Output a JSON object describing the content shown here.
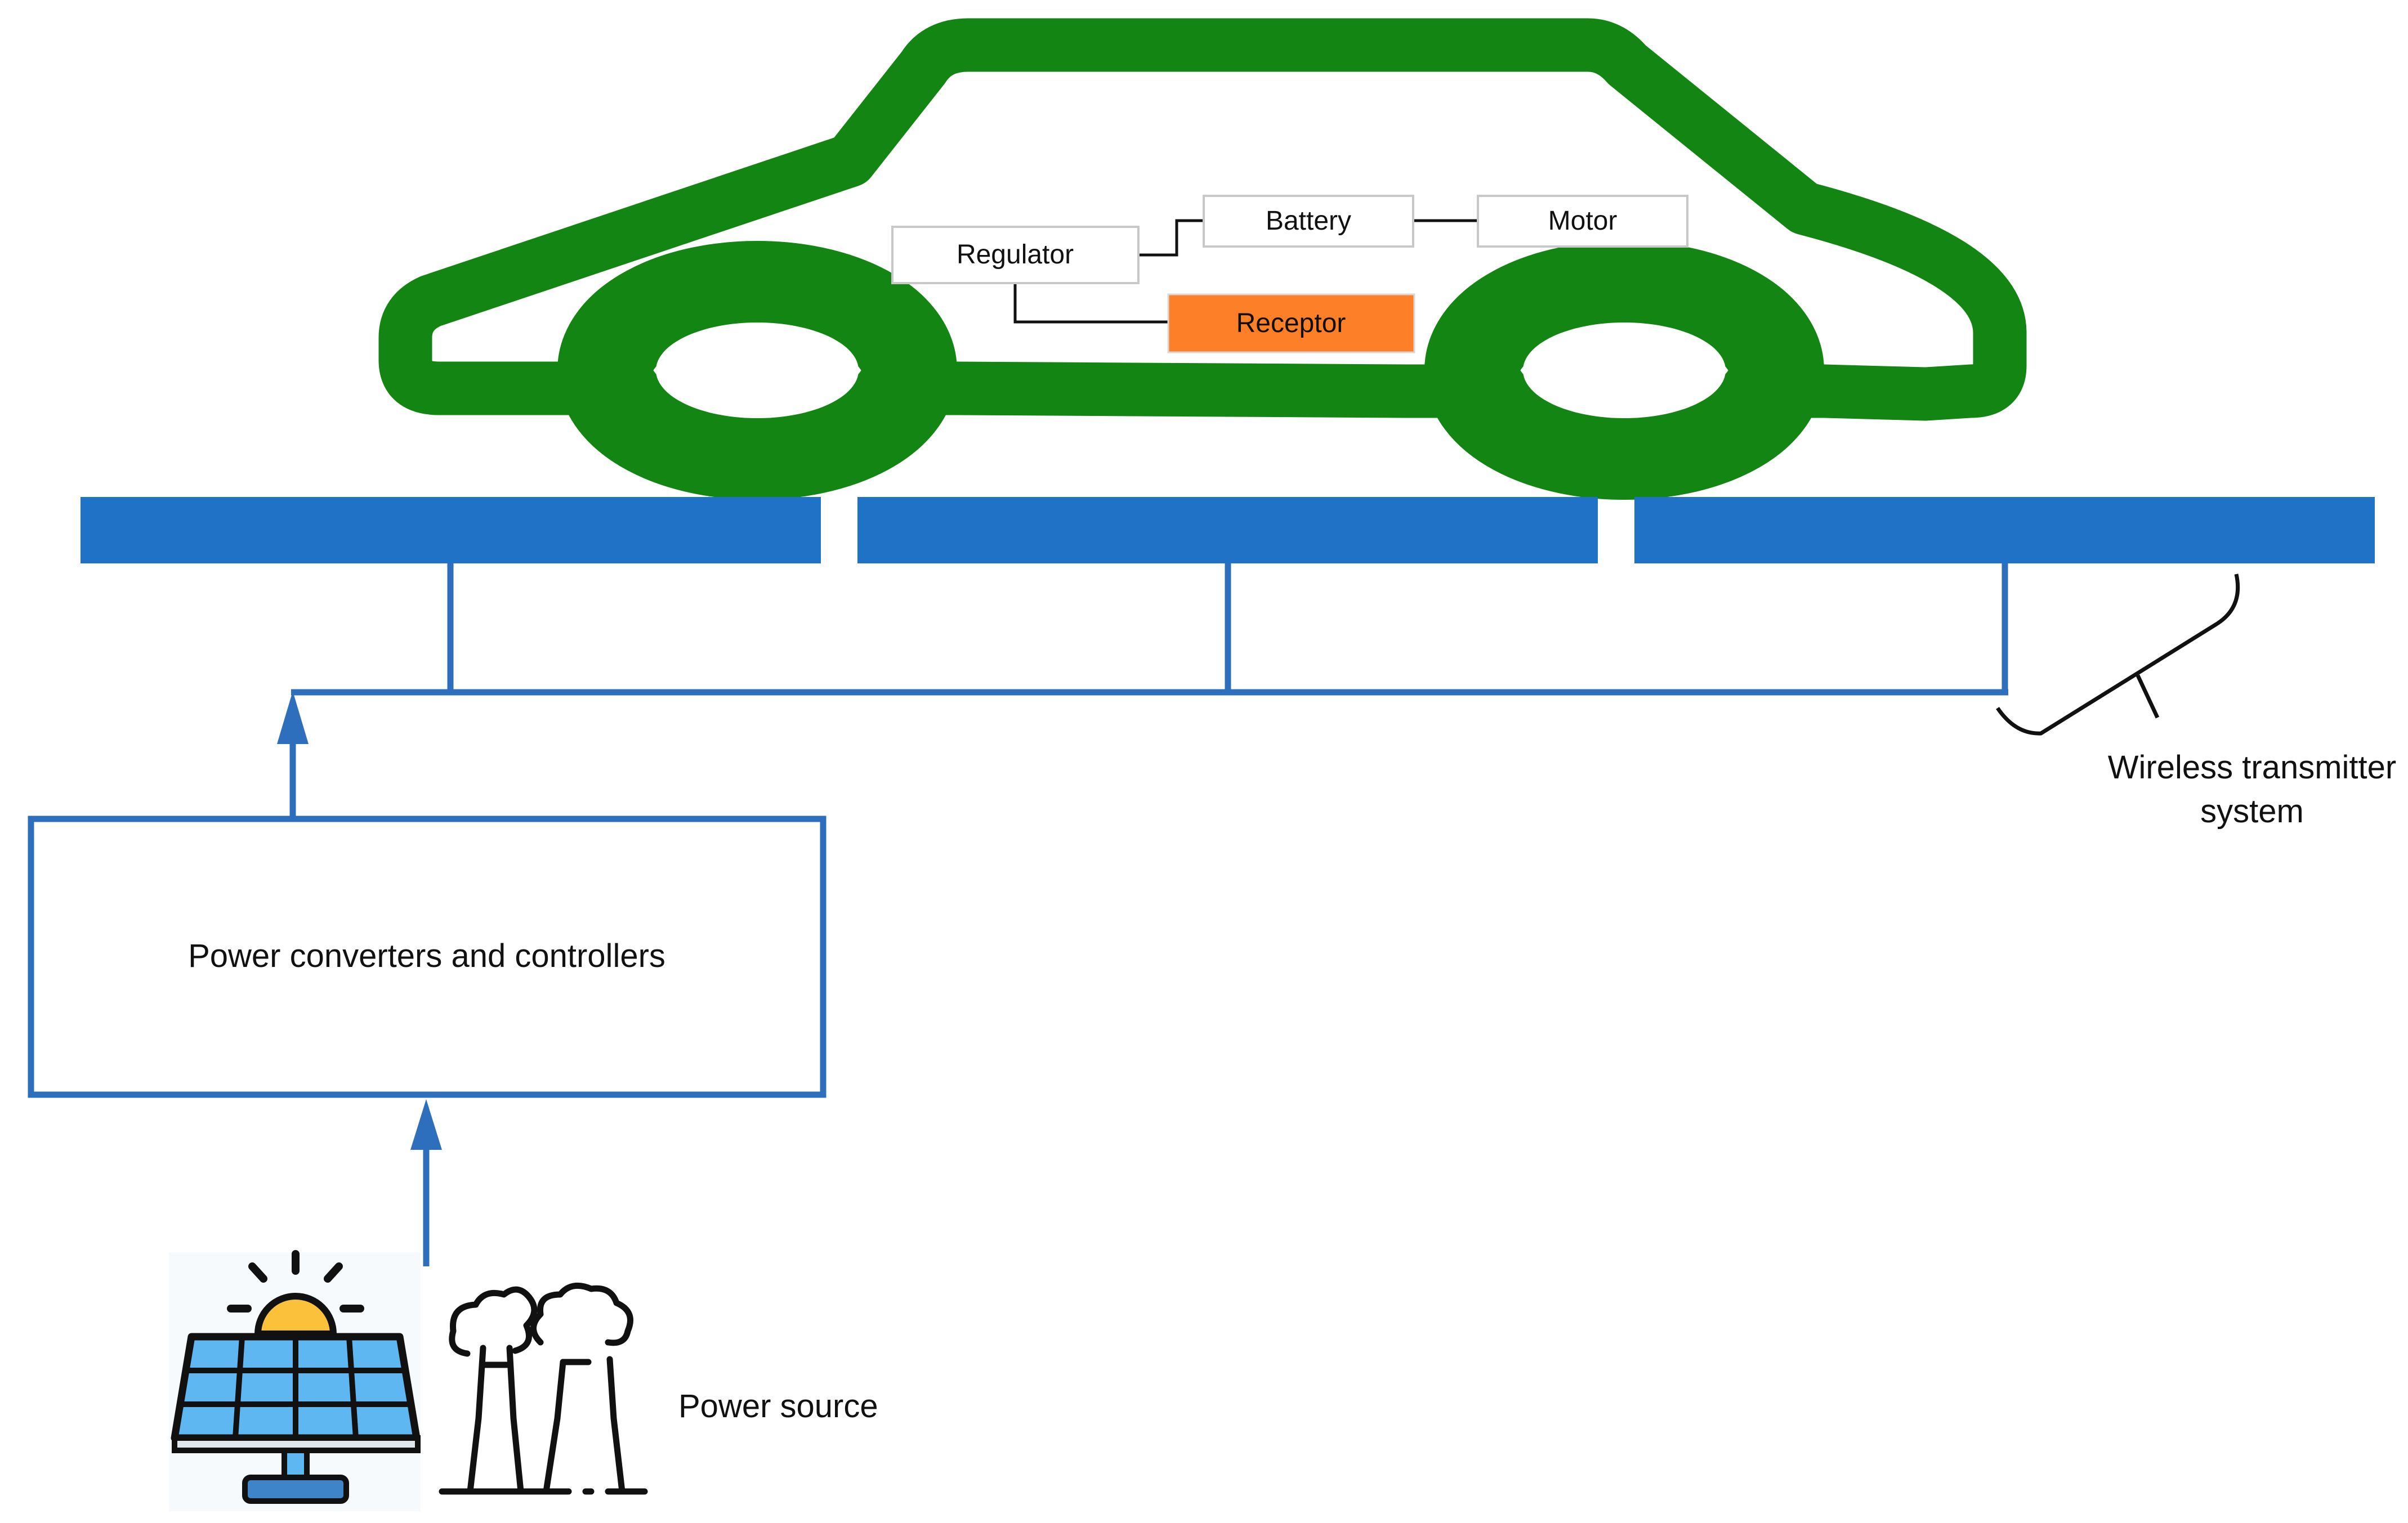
{
  "vehicle": {
    "components": {
      "regulator": "Regulator",
      "battery": "Battery",
      "motor": "Motor",
      "receptor": "Receptor"
    }
  },
  "transmitter": {
    "label_line1": "Wireless transmitter",
    "label_line2": "system"
  },
  "converter": {
    "label": "Power converters and controllers"
  },
  "source": {
    "label": "Power source",
    "icons": [
      "solar-panel-icon",
      "power-plant-icon"
    ]
  },
  "colors": {
    "car": "#128512",
    "pad": "#1f72c6",
    "line": "#2e6fbd",
    "receptor": "#fd7f27",
    "component_border": "#c8c8c8",
    "solar_panel": "#5fb7f2",
    "sun": "#fbc13b"
  }
}
